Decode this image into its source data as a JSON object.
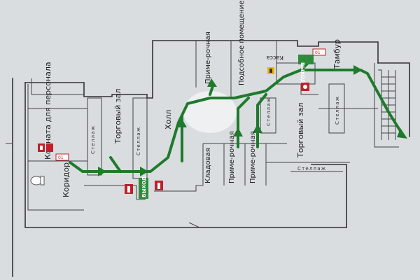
{
  "labels": {
    "staff_room": "Комната для персонала",
    "corridor": "Коридор",
    "sales_hall_1": "Торговый зал",
    "sales_hall_2": "Торговый зал",
    "hall": "Холл",
    "fitting_top": "Приме-рочная",
    "fitting_2": "Приме-рочная",
    "fitting_3": "Приме-рочная",
    "utility_room": "Подсобное помещение",
    "storage": "Кладовая",
    "cashier": "Касса",
    "vestibule": "Тамбур",
    "rack_1": "Стеллаж",
    "rack_2": "Стеллаж",
    "rack_3": "Стеллаж",
    "rack_4": "Стеллаж",
    "rack_5": "Стеллаж"
  },
  "signs": {
    "exit_left": "ВЫХОД",
    "exit_right": "ВЫХОД",
    "phone_left": "01",
    "phone_right": "01"
  },
  "colors": {
    "background": "#d9dde0",
    "wall": "#333333",
    "evacuation_route": "#1f7a2c",
    "exit_sign": "#2e8b3a",
    "fire_equipment": "#c0202a",
    "highlight": "#e6b800"
  },
  "icons": [
    "evacuation-arrow-icon",
    "fire-extinguisher-icon",
    "fire-alarm-button-icon",
    "first-aid-icon",
    "toilet-icon",
    "you-are-here-icon"
  ]
}
